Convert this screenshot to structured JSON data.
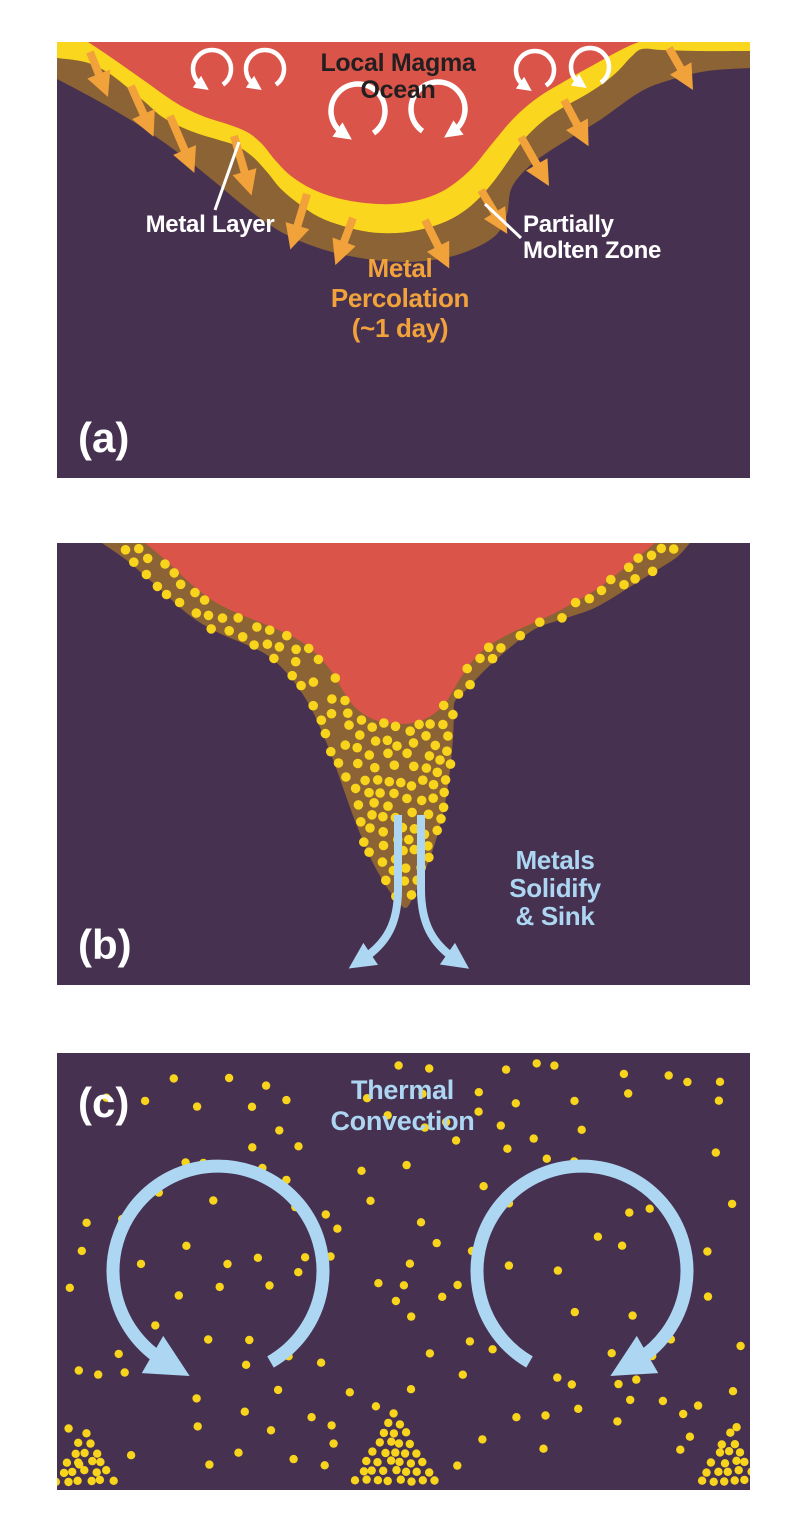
{
  "figure": {
    "panel_a": {
      "label": "(a)",
      "magma_ocean": "Local Magma Ocean",
      "metal_layer": "Metal Layer",
      "molten_zone_line1": "Partially",
      "molten_zone_line2": "Molten Zone",
      "percolation_line1": "Metal",
      "percolation_line2": "Percolation",
      "percolation_line3": "(~1 day)"
    },
    "panel_b": {
      "label": "(b)",
      "sink_line1": "Metals",
      "sink_line2": "Solidify",
      "sink_line3": "& Sink"
    },
    "panel_c": {
      "label": "(c)",
      "convection_line1": "Thermal",
      "convection_line2": "Convection"
    },
    "colors": {
      "background": "#FFFFFF",
      "mantle_purple": "#473150",
      "magma_red": "#DB5449",
      "molten_brown": "#8C6334",
      "metal_yellow": "#FAD61E",
      "arrow_orange": "#F1A23B",
      "arrow_blue": "#ACD6F2",
      "metal_dot": "#F8D41C",
      "text_dark": "#231F20",
      "text_white": "#FFFFFF"
    }
  }
}
